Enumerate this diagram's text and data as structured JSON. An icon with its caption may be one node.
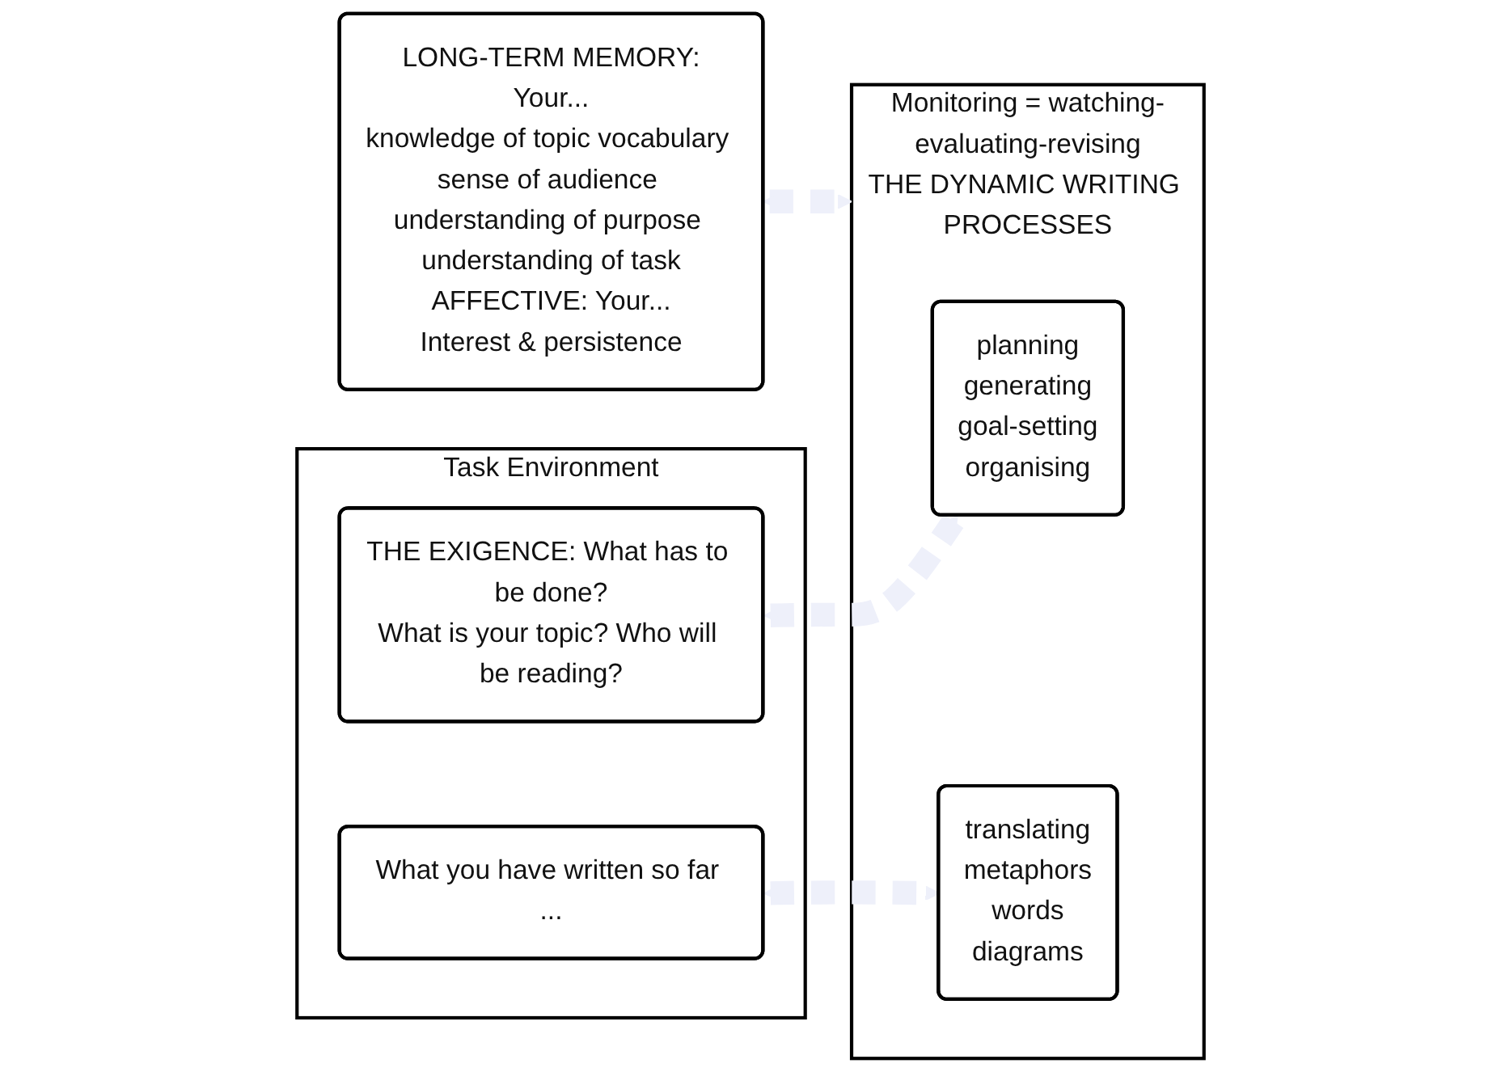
{
  "diagram": {
    "nodes": [
      {
        "text": [
          "Task Environment"
        ]
      },
      {
        "text": [
          "THE EXIGENCE: What has to be done?",
          "What is your topic? Who will be reading?"
        ],
        "in": 0
      },
      {
        "text": [
          "What you have written so far ..."
        ],
        "in": 0
      },
      {
        "text": [
          "Monitoring = watching-evaluating-revising",
          "THE DYNAMIC WRITING PROCESSES"
        ]
      },
      {
        "text": [
          "planning",
          "generating",
          "goal-setting",
          "organising"
        ],
        "in": 3
      },
      {
        "text": [
          "translating",
          "metaphors",
          "words",
          "diagrams"
        ],
        "in": 3
      },
      {
        "text": [
          "LONG-TERM MEMORY:",
          "Your...",
          "knowledge of topic vocabulary sense of audience understanding of purpose understanding of task",
          "AFFECTIVE: Your...",
          "Interest & persistence"
        ]
      }
    ],
    "edges": [
      {
        "from": 1,
        "to": 4,
        "arrow": "both",
        "style": "dashed",
        "color": "#eef0fa"
      },
      {
        "from": 2,
        "to": 5,
        "arrow": "both",
        "style": "dashed",
        "color": "#eef0fa"
      },
      {
        "from": 6,
        "to": 3,
        "arrow": "both",
        "style": "dashed",
        "color": "#eef0fa"
      }
    ]
  }
}
